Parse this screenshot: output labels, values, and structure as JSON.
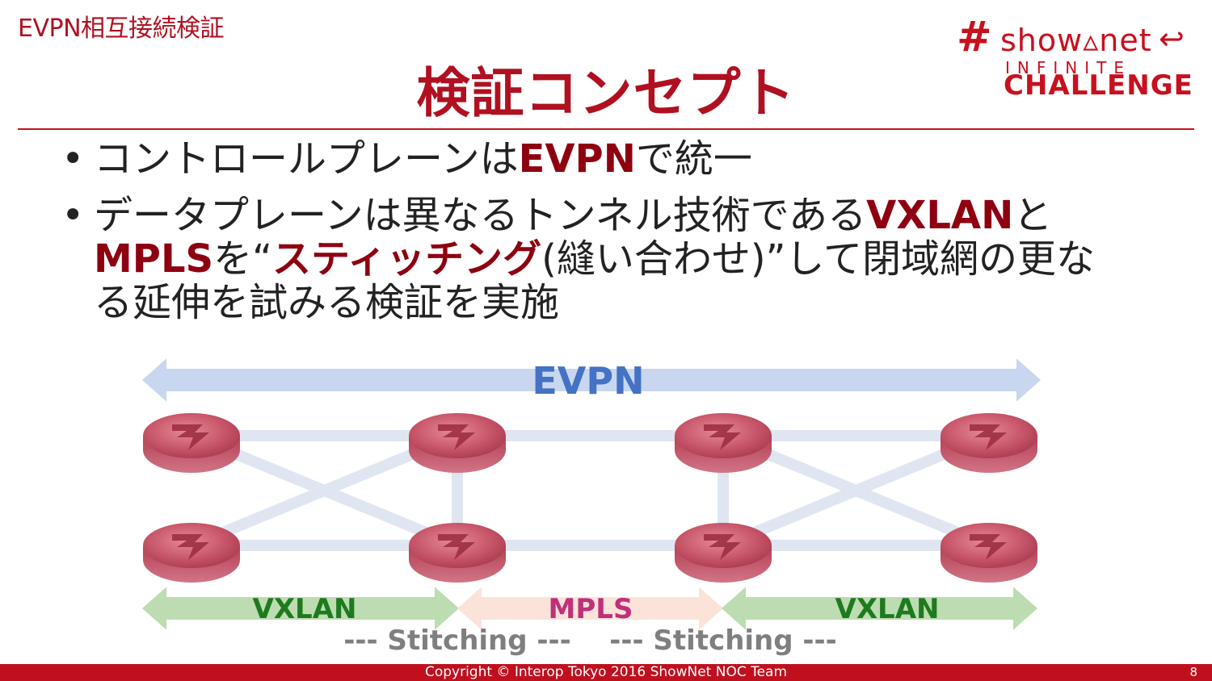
{
  "header": {
    "section_label": "EVPN相互接続検証",
    "title": "検証コンセプト"
  },
  "logo": {
    "hash": "#",
    "name": "show▵net",
    "arrow": "↩",
    "line1": "INFINITE",
    "line2": "CHALLENGE",
    "color": "#c8101e"
  },
  "bullets": [
    {
      "lines": [
        [
          {
            "t": "コントロールプレーンは",
            "em": false
          },
          {
            "t": "EVPN",
            "em": true
          },
          {
            "t": "で統一",
            "em": false
          }
        ]
      ]
    },
    {
      "lines": [
        [
          {
            "t": "データプレーンは異なるトンネル技術である",
            "em": false
          },
          {
            "t": "VXLAN",
            "em": true
          },
          {
            "t": "と",
            "em": false
          }
        ],
        [
          {
            "t": "MPLS",
            "em": true
          },
          {
            "t": "を“",
            "em": false
          },
          {
            "t": "スティッチング",
            "em": true
          },
          {
            "t": "(縫い合わせ)”して閉域網の更な",
            "em": false
          }
        ],
        [
          {
            "t": "る延伸を試みる検証を実施",
            "em": false
          }
        ]
      ]
    }
  ],
  "diagram": {
    "evpn_label": "EVPN",
    "segments": [
      {
        "label": "VXLAN",
        "kind": "vxlan"
      },
      {
        "label": "MPLS",
        "kind": "mpls"
      },
      {
        "label": "VXLAN",
        "kind": "vxlan"
      }
    ],
    "stitching_labels": [
      "--- Stitching ---",
      "--- Stitching ---"
    ],
    "router_icon": "router-icon",
    "colors": {
      "evpn": "#c8d6ef",
      "evpn_text": "#4472c4",
      "vxlan": "#bddcb1",
      "vxlan_text": "#1e7a1e",
      "mpls": "#fbe3d9",
      "mpls_text": "#c0307a",
      "link": "#dfe6f1",
      "router": "#c05064",
      "stitch_text": "#7f7f7f"
    }
  },
  "footer": {
    "copyright": "Copyright © Interop Tokyo 2016 ShowNet NOC Team",
    "page": "8"
  }
}
